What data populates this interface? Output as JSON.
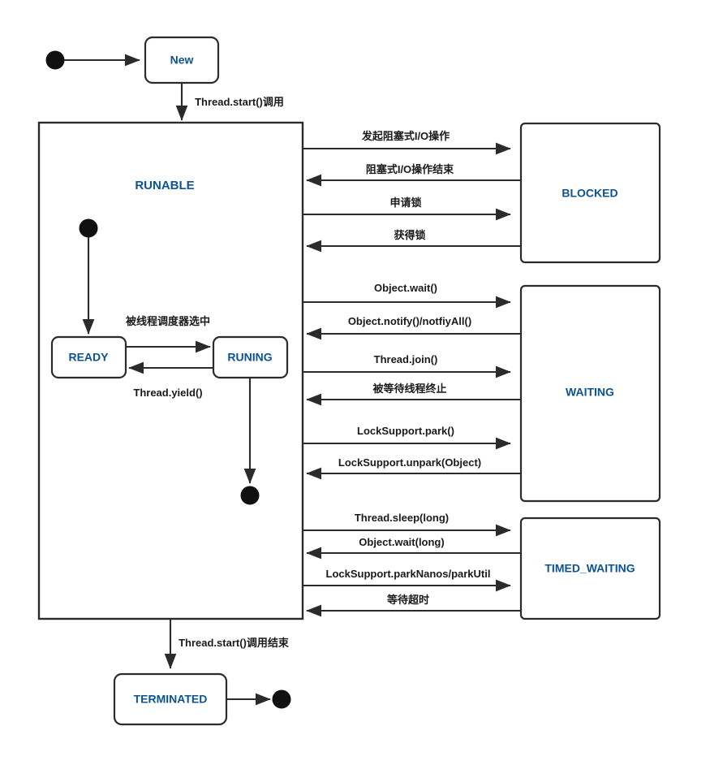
{
  "diagram": {
    "title": "Java Thread State Transition Diagram",
    "type": "uml-state-machine",
    "colors": {
      "state_text": "#0b5394",
      "stroke": "#2b2b2b",
      "label_text": "#1a1a1a",
      "background": "#ffffff",
      "dot_fill": "#111111"
    },
    "states": {
      "new": "New",
      "runable": "RUNABLE",
      "ready": "READY",
      "runing": "RUNING",
      "blocked": "BLOCKED",
      "waiting": "WAITING",
      "timed_waiting": "TIMED_WAITING",
      "terminated": "TERMINATED"
    },
    "transitions": {
      "start_to_new": "",
      "new_to_runable": "Thread.start()调用",
      "ready_to_runing": "被线程调度器选中",
      "runing_to_ready": "Thread.yield()",
      "runable_to_terminated": "Thread.start()调用结束",
      "blocked": [
        {
          "label": "发起阻塞式I/O操作",
          "direction": "right"
        },
        {
          "label": "阻塞式I/O操作结束",
          "direction": "left"
        },
        {
          "label": "申请锁",
          "direction": "right"
        },
        {
          "label": "获得锁",
          "direction": "left"
        }
      ],
      "waiting": [
        {
          "label": "Object.wait()",
          "direction": "right"
        },
        {
          "label": "Object.notify()/notfiyAll()",
          "direction": "left"
        },
        {
          "label": "Thread.join()",
          "direction": "right"
        },
        {
          "label": "被等待线程终止",
          "direction": "left"
        },
        {
          "label": "LockSupport.park()",
          "direction": "right"
        },
        {
          "label": "LockSupport.unpark(Object)",
          "direction": "left"
        }
      ],
      "timed_waiting": [
        {
          "label": "Thread.sleep(long)",
          "direction": "right"
        },
        {
          "label": "Object.wait(long)",
          "direction": "left"
        },
        {
          "label": "LockSupport.parkNanos/parkUtil",
          "direction": "right"
        },
        {
          "label": "等待超时",
          "direction": "left"
        }
      ]
    },
    "pseudostates": {
      "initial_top": "initial-node",
      "initial_inner": "initial-node",
      "final_inner": "final-node",
      "final_terminated": "final-node"
    }
  }
}
